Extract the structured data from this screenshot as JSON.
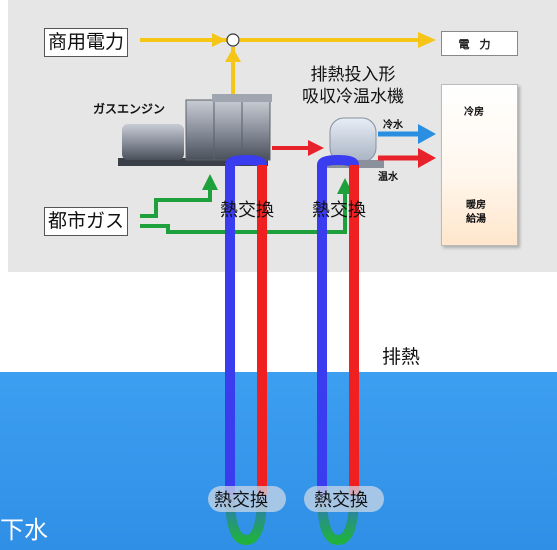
{
  "labels": {
    "commercial_power": "商用電力",
    "power": "電力",
    "chiller": "排熱投入形\n吸収冷温水機",
    "gas_engine": "ガスエンジン",
    "cold_water": "冷水",
    "hot_water": "温水",
    "city_gas": "都市ガス",
    "hx_upper_left": "熱交換",
    "hx_upper_right": "熱交換",
    "hx_lower_left": "熱交換",
    "hx_lower_right": "熱交換",
    "cooling": "冷房",
    "heating_hot_water": "暖房\n給湯",
    "exhaust_heat": "排熱",
    "sewage": "下水"
  },
  "colors": {
    "power_line": "#f5c518",
    "gas_line": "#1ea03c",
    "hot_line": "#e8222a",
    "cold_line": "#2a8fe0",
    "loop_cold": "#3a3cf0",
    "loop_hot": "#f02020",
    "water": "#3d9ff0",
    "panel": "#e6e6e6"
  }
}
